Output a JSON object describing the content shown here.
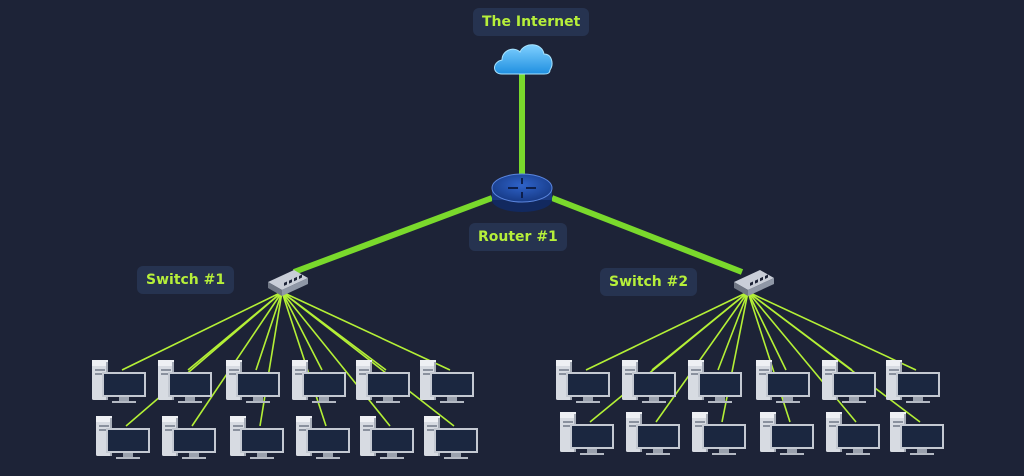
{
  "title": "",
  "nodes": {
    "internet": {
      "label": "The Internet",
      "icon": "cloud-icon"
    },
    "router": {
      "label": "Router #1",
      "icon": "router-icon"
    },
    "switch1": {
      "label": "Switch #1",
      "icon": "switch-icon"
    },
    "switch2": {
      "label": "Switch #2",
      "icon": "switch-icon"
    }
  },
  "edges": [
    {
      "from": "internet",
      "to": "router"
    },
    {
      "from": "router",
      "to": "switch1"
    },
    {
      "from": "router",
      "to": "switch2"
    },
    {
      "from": "switch1",
      "to": "computers-group-1"
    },
    {
      "from": "switch2",
      "to": "computers-group-2"
    }
  ],
  "groups": [
    {
      "switch": "switch1",
      "computer_count": 12,
      "icon": "computer-icon"
    },
    {
      "switch": "switch2",
      "computer_count": 12,
      "icon": "computer-icon"
    }
  ],
  "colors": {
    "background": "#1d2337",
    "label_bg": "#263350",
    "label_text": "#b6ef3a",
    "link": "#8ee02b",
    "link_thin": "#b4f036"
  }
}
